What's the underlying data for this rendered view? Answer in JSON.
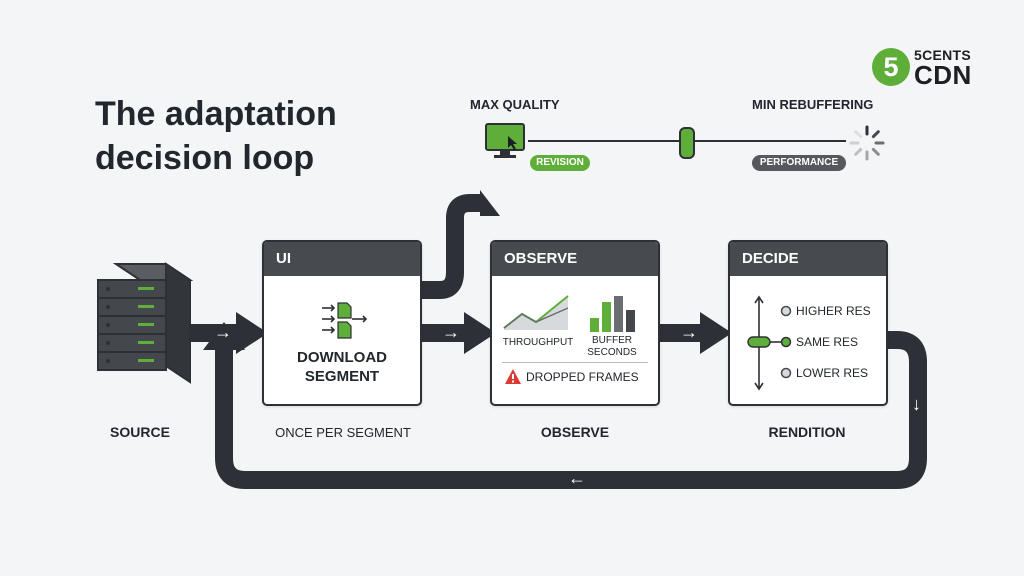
{
  "page": {
    "title_line1": "The adaptation",
    "title_line2": "decision loop"
  },
  "brand": {
    "number": "5",
    "top": "5CENTS",
    "bottom": "CDN"
  },
  "slider": {
    "left_label": "MAX QUALITY",
    "right_label": "MIN REBUFFERING",
    "left_pill": "REVISION",
    "right_pill": "PERFORMANCE"
  },
  "source": {
    "label": "SOURCE"
  },
  "cards": {
    "ui": {
      "header": "UI",
      "line1": "DOWNLOAD",
      "line2": "SEGMENT",
      "caption": "ONCE PER SEGMENT"
    },
    "observe": {
      "header": "OBSERVE",
      "throughput": "THROUGHPUT",
      "buffer1": "BUFFER",
      "buffer2": "SECONDS",
      "warning": "DROPPED FRAMES",
      "caption": "OBSERVE"
    },
    "decide": {
      "header": "DECIDE",
      "options": [
        "HIGHER RES",
        "SAME RES",
        "LOWER RES"
      ],
      "caption": "RENDITION"
    }
  },
  "colors": {
    "accent": "#5fae3a",
    "dark": "#2d3137",
    "header": "#474a4e",
    "pill_dark": "#55585c",
    "warning": "#d93a36"
  },
  "arrows": {
    "right": "→",
    "left": "←",
    "down": "↓"
  }
}
